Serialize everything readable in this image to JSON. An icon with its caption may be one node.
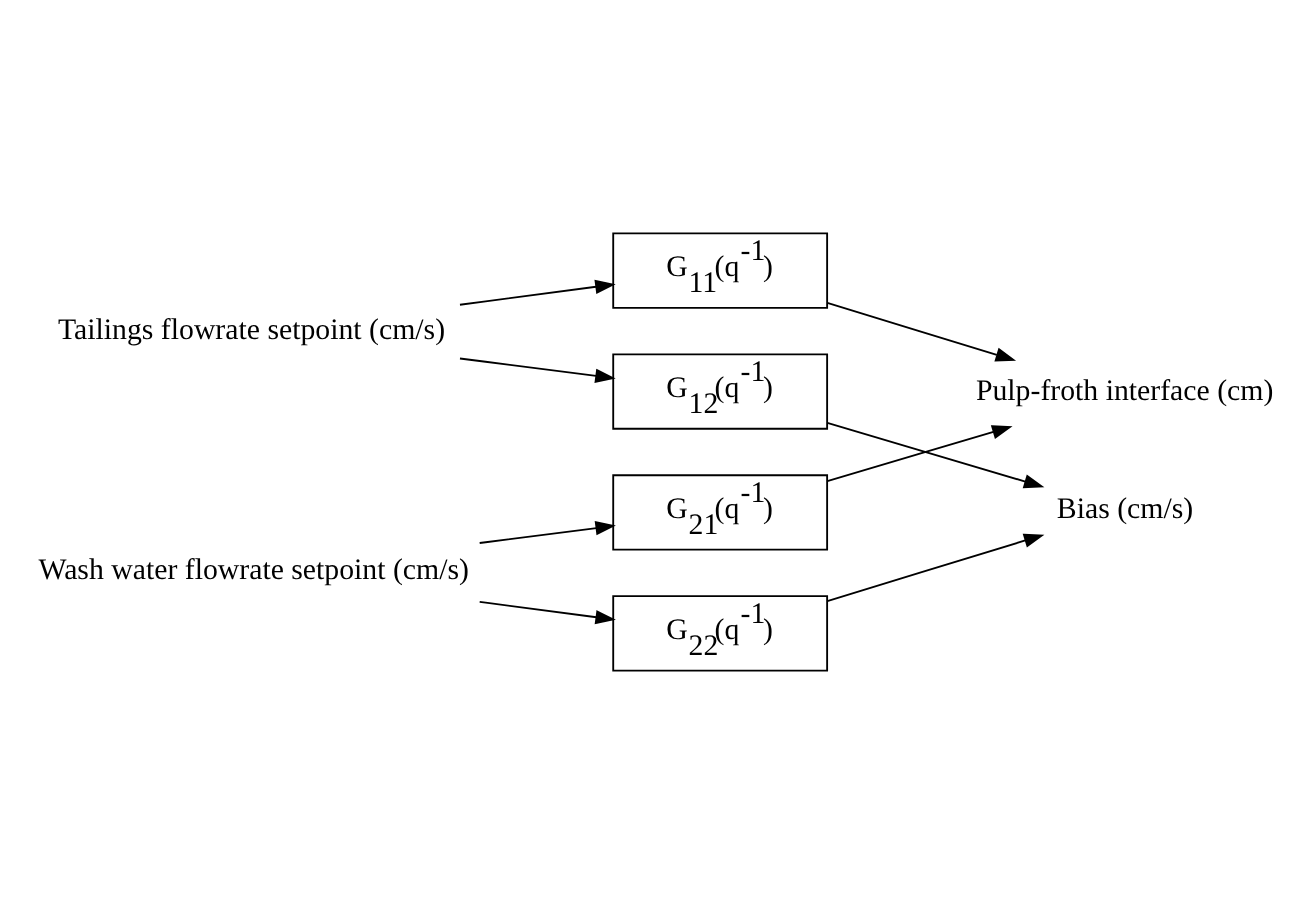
{
  "diagram": {
    "nodes": [
      {
        "text": [
          "Tailings flowrate setpoint (cm/s)"
        ]
      },
      {
        "text": [
          "G$_{11}$(q$^{-1}$)"
        ]
      },
      {
        "text": [
          "Pulp-froth interface (cm)"
        ]
      },
      {
        "text": [
          "G$_{21}$(q$^{-1}$)"
        ]
      },
      {
        "text": [
          "G$_{12}$(q$^{-1}$)"
        ]
      },
      {
        "text": [
          "G$_{22}$(q$^{-1}$)"
        ]
      },
      {
        "text": [
          "Wash water flowrate setpoint (cm/s)"
        ]
      },
      {
        "text": [
          "Bias (cm/s)"
        ]
      }
    ],
    "edges": [
      {
        "from": 0,
        "to": 1,
        "arrow": "to"
      },
      {
        "from": 0,
        "to": 4,
        "arrow": "to"
      },
      {
        "from": 6,
        "to": 3,
        "arrow": "to"
      },
      {
        "from": 6,
        "to": 5,
        "arrow": "to"
      },
      {
        "from": 1,
        "to": 2,
        "arrow": "to"
      },
      {
        "from": 3,
        "to": 2,
        "arrow": "to"
      },
      {
        "from": 4,
        "to": 7,
        "arrow": "to"
      },
      {
        "from": 5,
        "to": 7,
        "arrow": "to"
      }
    ]
  }
}
